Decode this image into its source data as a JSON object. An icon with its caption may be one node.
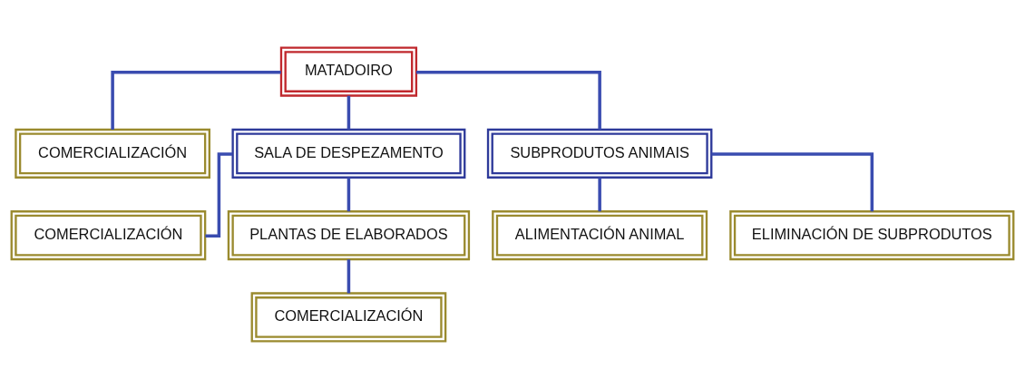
{
  "diagram": {
    "nodes": [
      {
        "text": [
          "MATADOIRO"
        ]
      },
      {
        "text": [
          "COMERCIALIZACIÓN"
        ]
      },
      {
        "text": [
          "SALA DE DESPEZAMENTO"
        ]
      },
      {
        "text": [
          "SUBPRODUTOS ANIMAIS"
        ]
      },
      {
        "text": [
          "COMERCIALIZACIÓN"
        ]
      },
      {
        "text": [
          "PLANTAS DE ELABORADOS"
        ]
      },
      {
        "text": [
          "ALIMENTACIÓN ANIMAL"
        ]
      },
      {
        "text": [
          "ELIMINACIÓN DE SUBPRODUTOS"
        ]
      },
      {
        "text": [
          "COMERCIALIZACIÓN"
        ]
      }
    ],
    "edges": [
      {
        "from": 0,
        "to": 1,
        "arrow": "none"
      },
      {
        "from": 0,
        "to": 2,
        "arrow": "none"
      },
      {
        "from": 0,
        "to": 3,
        "arrow": "none"
      },
      {
        "from": 2,
        "to": 4,
        "arrow": "none"
      },
      {
        "from": 2,
        "to": 5,
        "arrow": "none"
      },
      {
        "from": 3,
        "to": 6,
        "arrow": "none"
      },
      {
        "from": 3,
        "to": 7,
        "arrow": "none"
      },
      {
        "from": 5,
        "to": 8,
        "arrow": "none"
      }
    ]
  }
}
